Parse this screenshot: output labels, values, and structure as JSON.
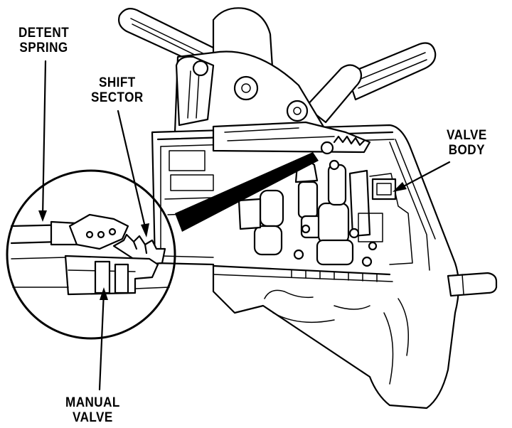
{
  "labels": {
    "detent_spring": [
      "DETENT",
      "SPRING"
    ],
    "shift_sector": [
      "SHIFT",
      "SECTOR"
    ],
    "valve_body": [
      "VALVE",
      "BODY"
    ],
    "manual_valve": [
      "MANUAL",
      "VALVE"
    ]
  },
  "colors": {
    "ink": "#000000",
    "paper": "#ffffff"
  }
}
